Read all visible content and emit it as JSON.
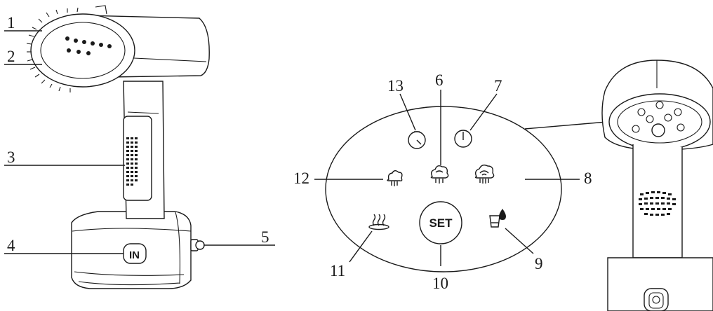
{
  "steamer": {
    "callouts": [
      "1",
      "2",
      "3",
      "4",
      "5"
    ]
  },
  "panel": {
    "set_label": "SET",
    "callouts": [
      "6",
      "7",
      "8",
      "9",
      "10",
      "11",
      "12",
      "13"
    ],
    "icons": [
      "timer-icon",
      "power-icon",
      "steam-medium-icon",
      "steam-high-icon",
      "steam-low-icon",
      "water-tank-icon",
      "heat-icon",
      "set-button"
    ]
  }
}
